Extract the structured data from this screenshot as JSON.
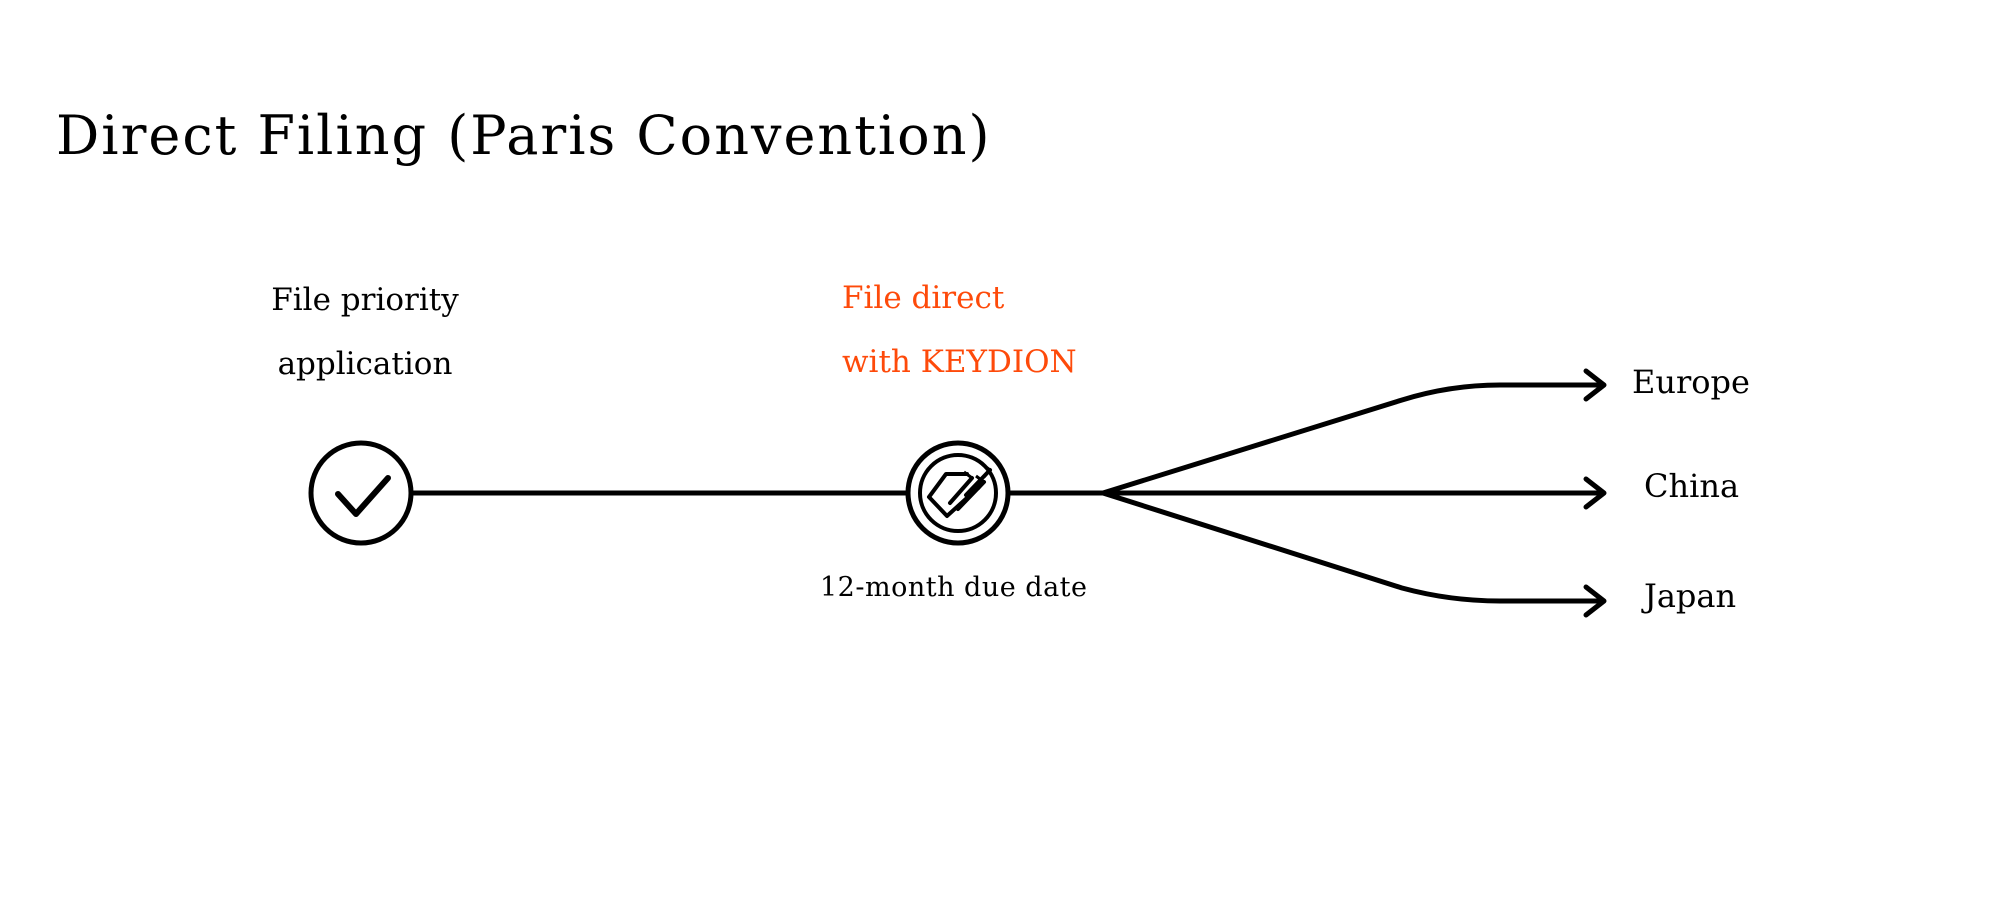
{
  "title": "Direct Filing (Paris Convention)",
  "nodes": {
    "priority": {
      "lines": [
        "File  priority",
        "application"
      ],
      "icon": "check-circle-icon"
    },
    "direct": {
      "lines": [
        "File direct",
        "with KEYDION"
      ],
      "color": "#fe4a0a",
      "icon": "keydion-logo-icon",
      "caption": "12-month due date"
    }
  },
  "destinations": [
    {
      "label": "Europe"
    },
    {
      "label": "China"
    },
    {
      "label": "Japan"
    }
  ],
  "colors": {
    "line": "#000000",
    "accent": "#fe4a0a"
  }
}
